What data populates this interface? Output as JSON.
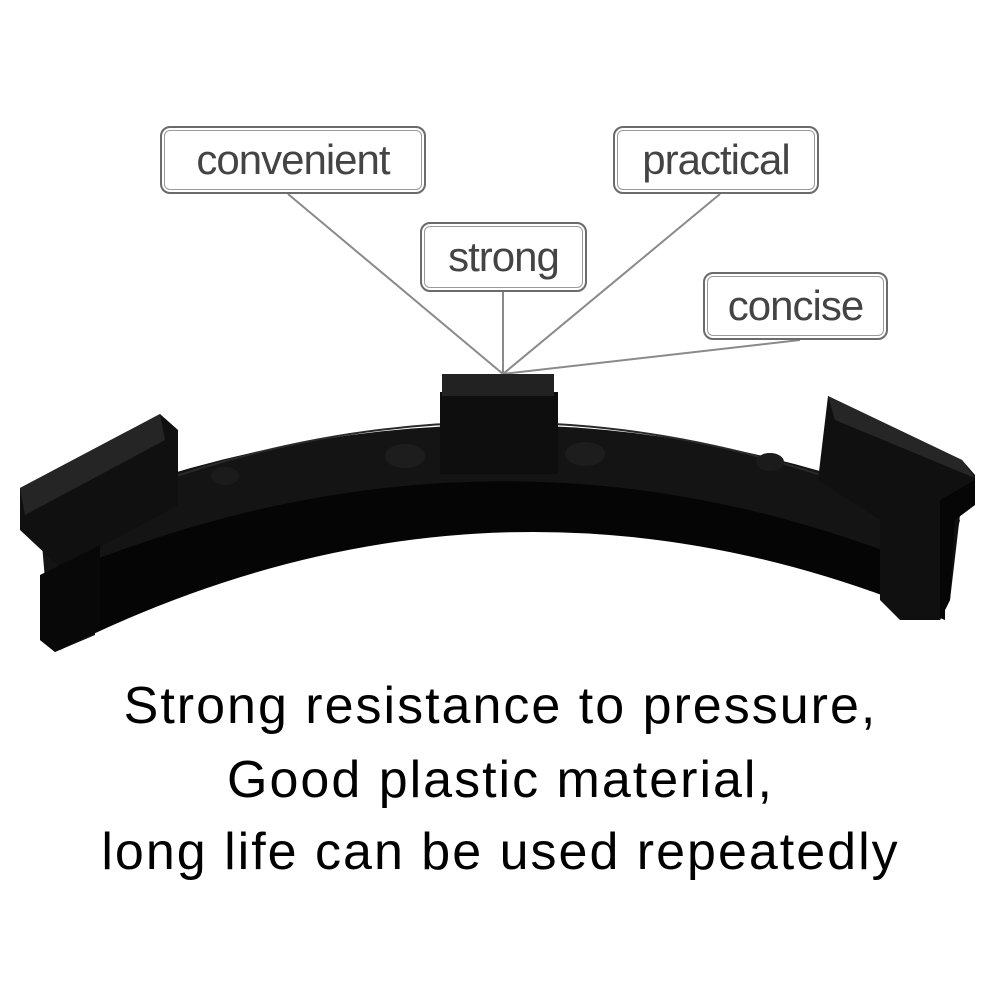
{
  "labels": {
    "convenient": "convenient",
    "practical": "practical",
    "strong": "strong",
    "concise": "concise"
  },
  "caption": {
    "line1": "Strong resistance to pressure,",
    "line2": "Good plastic material,",
    "line3": "long life can be used repeatedly"
  },
  "colors": {
    "product": "#0d0d0d",
    "leader_line": "#8a8a8a",
    "label_border": "#6b6b6b",
    "label_text": "#444444",
    "caption_text": "#000000"
  }
}
